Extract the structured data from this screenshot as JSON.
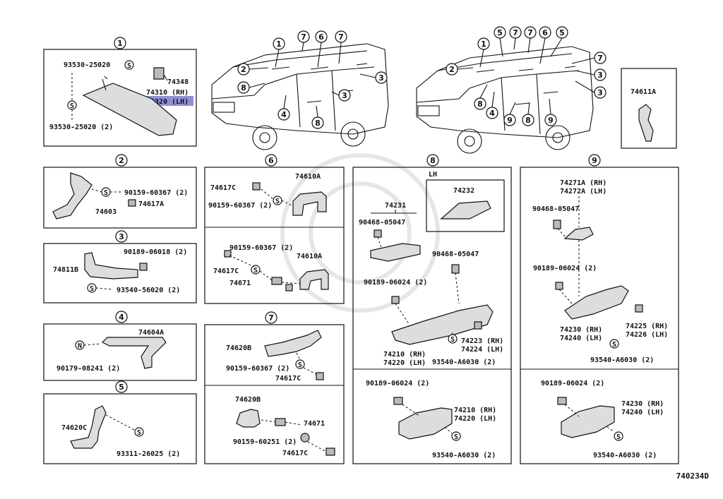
{
  "diagram_code": "740234D",
  "callouts": {
    "c1": "1",
    "c2": "2",
    "c3": "3",
    "c4": "4",
    "c5": "5",
    "c6": "6",
    "c7": "7",
    "c8": "8",
    "c9": "9",
    "sym_s": "S",
    "sym_n": "N"
  },
  "panel1": {
    "title": "1",
    "p1": "93530-25020",
    "p2": "74348",
    "p3": "74310 (RH)",
    "p4": "74320 (LH)",
    "p5": "93530-25020 (2)"
  },
  "panel2": {
    "title": "2",
    "p1": "90159-60367 (2)",
    "p2": "74617A",
    "p3": "74603"
  },
  "panel3": {
    "title": "3",
    "p1": "90189-06018 (2)",
    "p2": "74811B",
    "p3": "93540-56020 (2)"
  },
  "panel4": {
    "title": "4",
    "p1": "74604A",
    "p2": "90179-08241 (2)"
  },
  "panel5": {
    "title": "5",
    "p1": "74620C",
    "p2": "93311-26025 (2)"
  },
  "panel6": {
    "title": "6",
    "a1": "74617C",
    "a2": "74610A",
    "a3": "90159-60367 (2)",
    "b1": "90159-60367 (2)",
    "b2": "74610A",
    "b3": "74617C",
    "b4": "74671"
  },
  "panel7": {
    "title": "7",
    "a1": "74620B",
    "a2": "90159-60367 (2)",
    "a3": "74617C",
    "b1": "74620B",
    "b2": "74671",
    "b3": "90159-60251 (2)",
    "b4": "74617C"
  },
  "panel8": {
    "title": "8",
    "lh": "LH",
    "p1": "74232",
    "p2": "74231",
    "p3": "90468-05047",
    "p4": "90468-05047",
    "p5": "90189-06024 (2)",
    "p6": "74223 (RH)",
    "p7": "74224 (LH)",
    "p8": "74210 (RH)",
    "p9": "74220 (LH)",
    "p10": "93540-A6030 (2)",
    "b1": "90189-06024 (2)",
    "b2": "74210 (RH)",
    "b3": "74220 (LH)",
    "b4": "93540-A6030 (2)"
  },
  "panel9": {
    "title": "9",
    "p1": "74271A (RH)",
    "p2": "74272A (LH)",
    "p3": "90468-05047",
    "p4": "90189-06024 (2)",
    "p5": "74225 (RH)",
    "p6": "74226 (LH)",
    "p7": "74230 (RH)",
    "p8": "74240 (LH)",
    "p9": "93540-A6030 (2)",
    "b1": "90189-06024 (2)",
    "b2": "74230 (RH)",
    "b3": "74240 (LH)",
    "b4": "93540-A6030 (2)"
  },
  "side": {
    "p1": "74611A"
  }
}
